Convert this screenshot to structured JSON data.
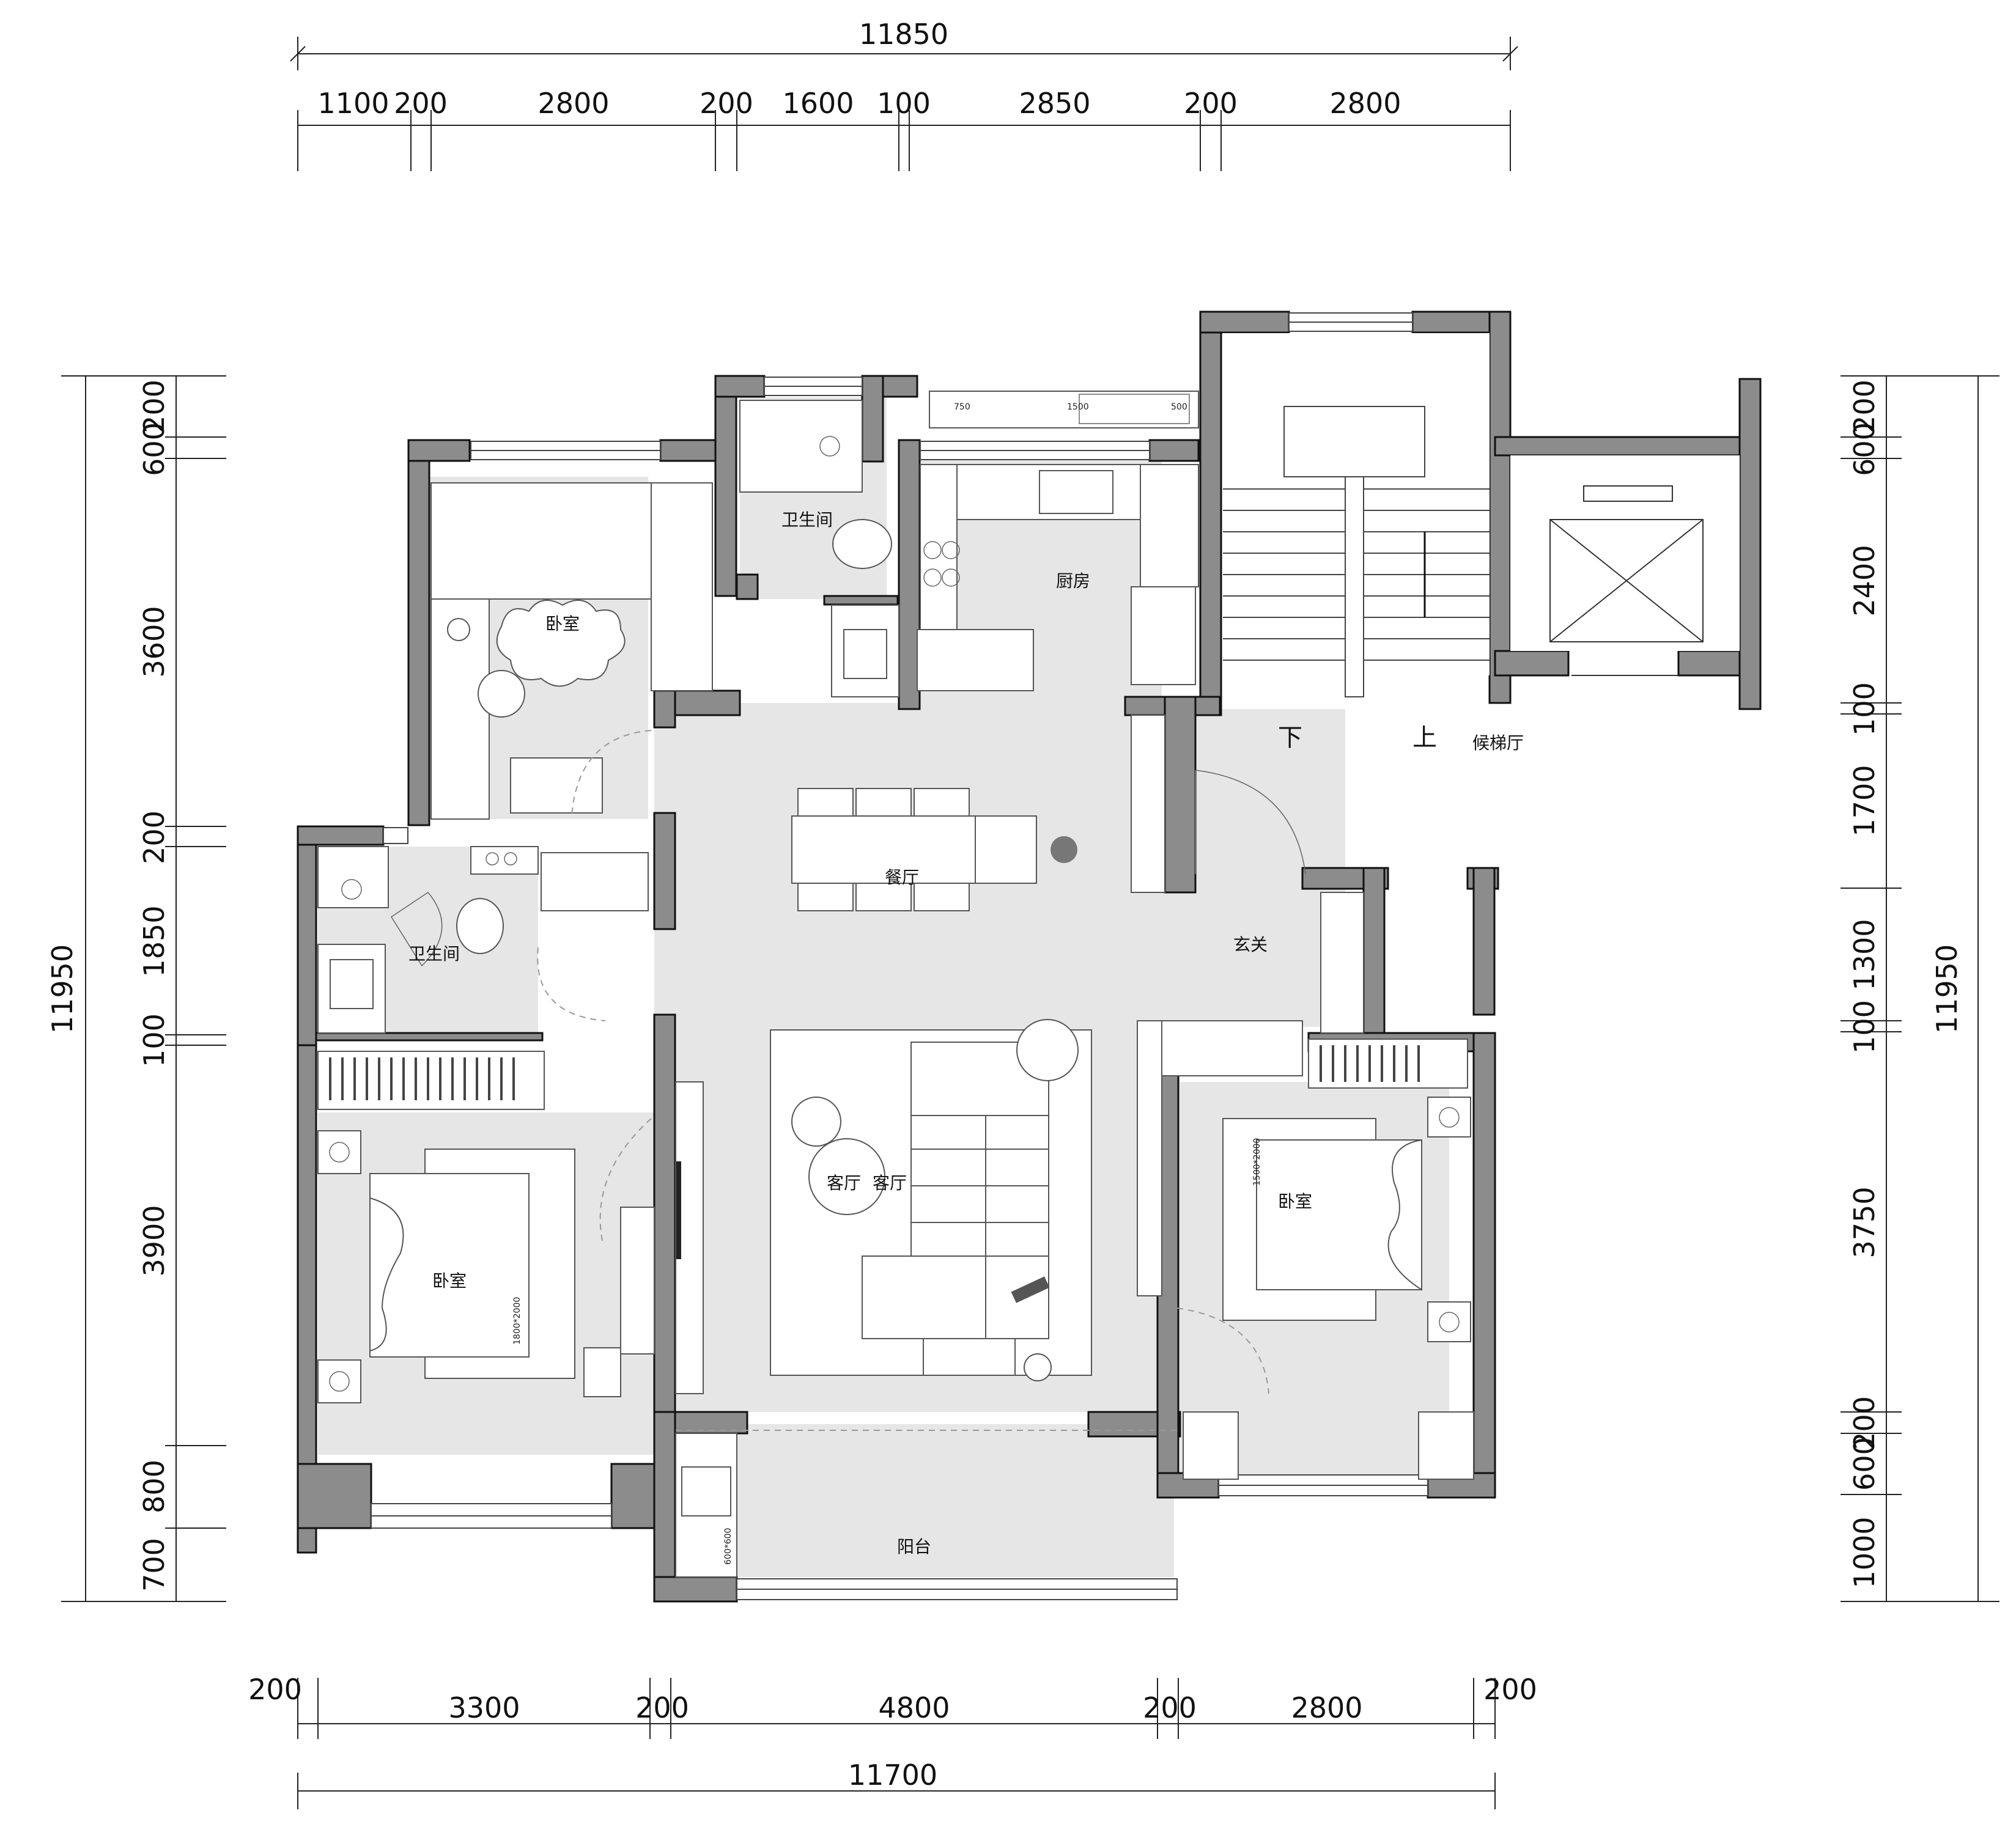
{
  "dimensions": {
    "top_total": "11850",
    "top_segments": [
      "1100",
      "200",
      "2800",
      "200",
      "1600",
      "100",
      "2850",
      "200",
      "2800"
    ],
    "bottom_total": "11700",
    "bottom_segments": [
      "200",
      "3300",
      "200",
      "4800",
      "200",
      "2800",
      "200"
    ],
    "left_total": "11950",
    "left_segments": [
      "200",
      "600",
      "3600",
      "200",
      "1850",
      "100",
      "3900",
      "800",
      "700"
    ],
    "right_total": "11950",
    "right_segments": [
      "200",
      "600",
      "2400",
      "100",
      "1700",
      "1300",
      "100",
      "3750",
      "200",
      "600",
      "1000"
    ]
  },
  "rooms": {
    "bathroom_top": "卫生间",
    "kitchen": "厨房",
    "bedroom_top": "卧室",
    "dining": "餐厅",
    "bathroom_left": "卫生间",
    "entrance": "玄关",
    "living_1": "客厅",
    "living_2": "客厅",
    "bedroom_left": "卧室",
    "bedroom_right": "卧室",
    "balcony": "阳台",
    "elevator_hall": "候梯厅"
  },
  "stairs": {
    "down": "下",
    "up": "上"
  },
  "annotations": {
    "dim_750": "750",
    "dim_1500": "1500",
    "dim_500": "500",
    "bed_size_left": "1800*2000",
    "bed_size_right": "1500*2000",
    "cabinet_depth": "600*600"
  }
}
